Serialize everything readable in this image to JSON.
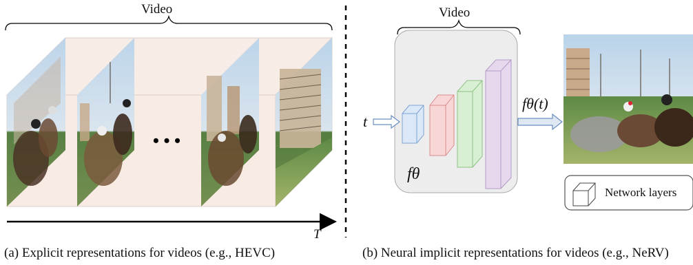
{
  "left_panel": {
    "video_label": "Video",
    "ellipsis": "• • •",
    "time_axis_label": "T",
    "caption": "(a)  Explicit representations for videos (e.g., HEVC)"
  },
  "right_panel": {
    "video_label": "Video",
    "input_label": "t",
    "network_label": "fθ",
    "output_label": "fθ(t)",
    "legend_label": "Network layers",
    "caption": "(b) Neural implicit representations for videos (e.g., NeRV)"
  },
  "colors": {
    "frame_tint": "#f5e6dd",
    "layer_blue": "#dbe8f8",
    "layer_red": "#f8d6d6",
    "layer_green": "#d9efd3",
    "layer_purple": "#e6d9ee",
    "network_bg": "#ededed"
  }
}
